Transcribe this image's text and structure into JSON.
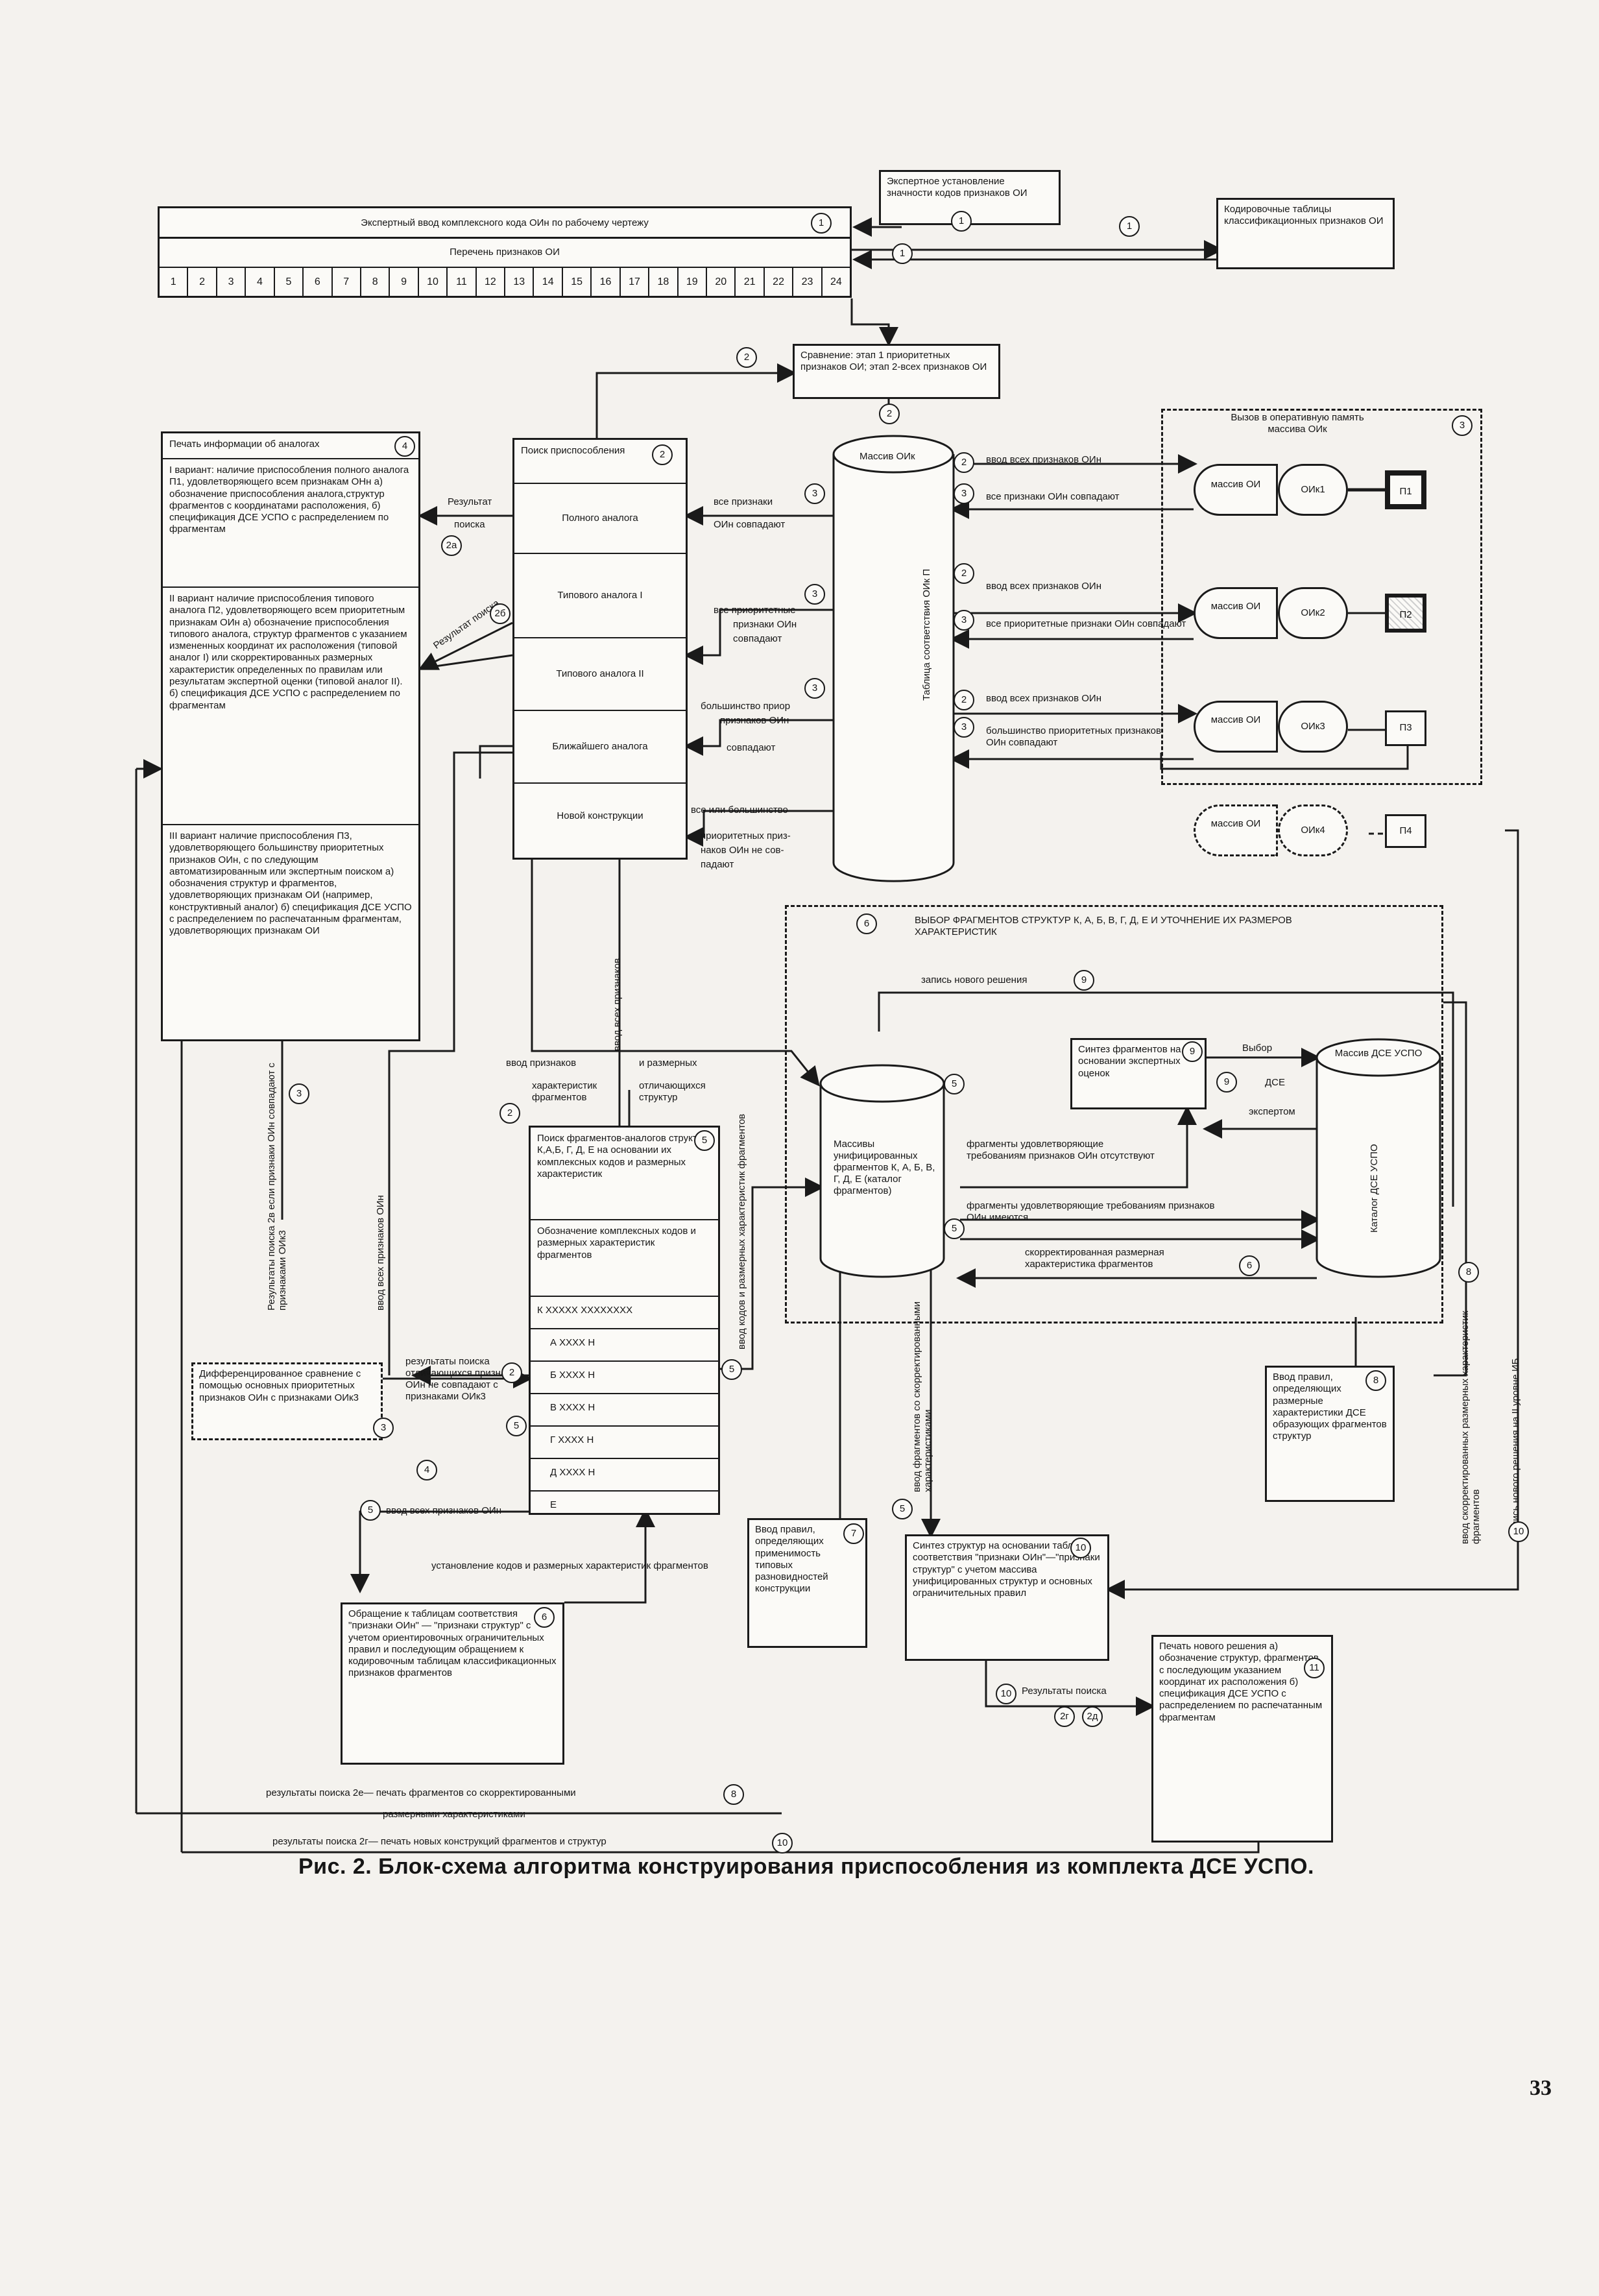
{
  "top": {
    "expert_input": "Экспертный ввод комплексного кода ОИн по рабочему чертежу",
    "features_list": "Перечень признаков ОИ",
    "cells": [
      "1",
      "2",
      "3",
      "4",
      "5",
      "6",
      "7",
      "8",
      "9",
      "10",
      "11",
      "12",
      "13",
      "14",
      "15",
      "16",
      "17",
      "18",
      "19",
      "20",
      "21",
      "22",
      "23",
      "24"
    ],
    "expert_setting": "Экспертное установление значности кодов признаков ОИ",
    "coding_tables": "Кодировочные таблицы классификационных признаков ОИ"
  },
  "compare": "Сравнение: этап 1 приоритетных признаков ОИ; этап 2-всех признаков ОИ",
  "print_analog": {
    "title": "Печать информации об аналогах",
    "v1": "I вариант: наличие приспособления полного аналога П1, удовлетворяющего всем признакам ОНн а) обозначение приспособления аналога,структур фрагментов с координатами расположения, б) спецификация ДСЕ УСПО с распределением по фрагментам",
    "v2": "II вариант наличие приспособления типового аналога П2, удовлетворяющего всем приоритетным признакам ОИн а) обозначение приспособления типового аналога, структур фрагментов с указанием измененных координат их расположения (типовой аналог I) или скорректированных размерных характеристик определенных по правилам или результатам экспертной оценки (типовой аналог II). б) спецификация ДСЕ УСПО с распределением по фрагментам",
    "v3": "III вариант наличие приспособления П3, удовлетворяющего большинству приоритетных признаков ОИн, с по следующим автоматизированным или экспертным поиском а) обозначения структур и фрагментов, удовлетворяющих признакам ОИ (например, конструктивный аналог) б) спецификация ДСЕ УСПО с распределением по распечатанным фрагментам, удовлетворяющих признакам ОИ"
  },
  "search": {
    "title": "Поиск приспособления",
    "items": [
      "Полного аналога",
      "Типового аналога I",
      "Типового аналога II",
      "Ближайшего аналога",
      "Новой конструкции"
    ]
  },
  "massiv": {
    "label": "Массив ОИк",
    "vertical": "Таблица соответствия ОИк П"
  },
  "recall": "Вызов в оперативную память массива ОИк",
  "arrays": [
    {
      "left": "массив ОИ",
      "mid": "ОИк1",
      "p": "П1"
    },
    {
      "left": "массив ОИ",
      "mid": "ОИк2",
      "p": "П2"
    },
    {
      "left": "массив ОИ",
      "mid": "ОИк3",
      "p": "П3"
    },
    {
      "left": "массив ОИ",
      "mid": "ОИк4",
      "p": "П4"
    }
  ],
  "links": {
    "all_features_in": "ввод всех признаков ОИн",
    "all_features_match": "все признаки ОИн совпадают",
    "priority_match": "все приоритетные признаки ОИн совпадают",
    "majority_match": "большинство приоритетных признаков ОИн совпадают",
    "all_sovp_1": "все признаки",
    "all_sovp_2": "ОИн совпадают",
    "prio_1": "все приоритетные",
    "prio_2": "признаки ОИн",
    "prio_3": "совпадают",
    "maj_1": "большинство приор",
    "maj_2": "признаков ОИн",
    "maj_3": "совпадают",
    "none_1": "все или большинство",
    "none_2": "приоритетных приз-",
    "none_3": "наков ОИн не сов-",
    "none_4": "падают",
    "result_1": "Результат",
    "result_2": "поиска",
    "result_2b": "Результат поиска",
    "all_input_v": "ввод всех признаков",
    "feature_input": "ввод признаков",
    "and_dims": "и размерных",
    "char_frag": "характеристик фрагментов",
    "distinct": "отличающихся структур",
    "result_2v": "Результаты поиска 2в если признаки ОИн совпадают с признаками ОИк3",
    "all_input_oin": "ввод всех признаков ОИн"
  },
  "frag_select": "ВЫБОР ФРАГМЕНТОВ СТРУКТУР К, А, Б, В, Г, Д, Е И УТОЧНЕНИЕ ИХ РАЗМЕРОВ ХАРАКТЕРИСТИК",
  "new_solution": "запись нового решения",
  "synth_frag": "Синтез фрагментов на основании экспертных оценок",
  "choice": "Выбор",
  "dse": "ДСЕ",
  "expert": "экспертом",
  "massiv_dse": "Массив ДСЕ УСПО",
  "catalog_dse": "Каталог ДСЕ УСПО",
  "unified": "Массивы унифицированных фрагментов К, А, Б, В, Г, Д, Е (каталог фрагментов)",
  "frag_absent": "фрагменты удовлетворяющие требованиям признаков ОИн отсутствуют",
  "frag_present": "фрагменты удовлетворяющие требованиям признаков ОИн имеются",
  "corrected": "скорректированная размерная характеристика фрагментов",
  "frag_search": {
    "title": "Поиск фрагментов-аналогов структур К,А,Б, Г, Д, Е на основании их комплексных кодов и размерных характеристик",
    "designation": "Обозначение комплексных кодов и размерных характеристик фрагментов",
    "rows": [
      "К XXXXX XXXXXXXX",
      "А XXXX H",
      "Б XXXX H",
      "В XXXX H",
      "Г XXXX H",
      "Д XXXX H",
      "Е"
    ]
  },
  "diff": "Дифференцированное сравнение с помощью основных приоритетных признаков ОИн с признаками ОИк3",
  "diff_result": "результаты поиска отличающихся признаков ОИн не совпадают с признаками ОИк3",
  "input_codes": "ввод кодов и размерных характеристик фрагментов",
  "input_all_oin": "ввод всех признаков ОИн",
  "set_codes": "установление кодов и размерных характеристик фрагментов",
  "tables": "Обращение к таблицам соответствия \"признаки ОИн\" — \"признаки структур\" с учетом ориентировочных ограничительных правил и последующим обращением к кодировочным таблицам классификационных признаков фрагментов",
  "rules": "Ввод правил, определяющих применимость типовых разновидностей конструкции",
  "synth_struct": "Синтез структур на основании таблиц соответствия \"признаки ОИн\"—\"признаки структур\" с учетом массива унифицированных структур и основных ограничительных правил",
  "print_new": "Печать нового решения а) обозначение структур, фрагментов с последующим указанием координат их расположения б) спецификация ДСЕ УСПО с распределением по распечатанным фрагментам",
  "rules_input": "Ввод правил, определяющих размерные характеристики ДСЕ образующих фрагментов структур",
  "v_ris_right": "ввод скорректированных размерных характеристик фрагментов",
  "v_record": "Запись нового решения на II уровне ИБ",
  "v_vvod_frag": "ввод фрагментов со скорректированными характеристиками",
  "result_text": "Результаты поиска",
  "bottom1": "результаты поиска 2е— печать фрагментов со скорректированными",
  "bottom1b": "размерными характеристиками",
  "bottom2": "результаты поиска 2г— печать новых конструкций фрагментов и структур",
  "caption": "Рис. 2. Блок-схема алгоритма конструирования приспособления из комплекта ДСЕ УСПО.",
  "page_number": "33"
}
